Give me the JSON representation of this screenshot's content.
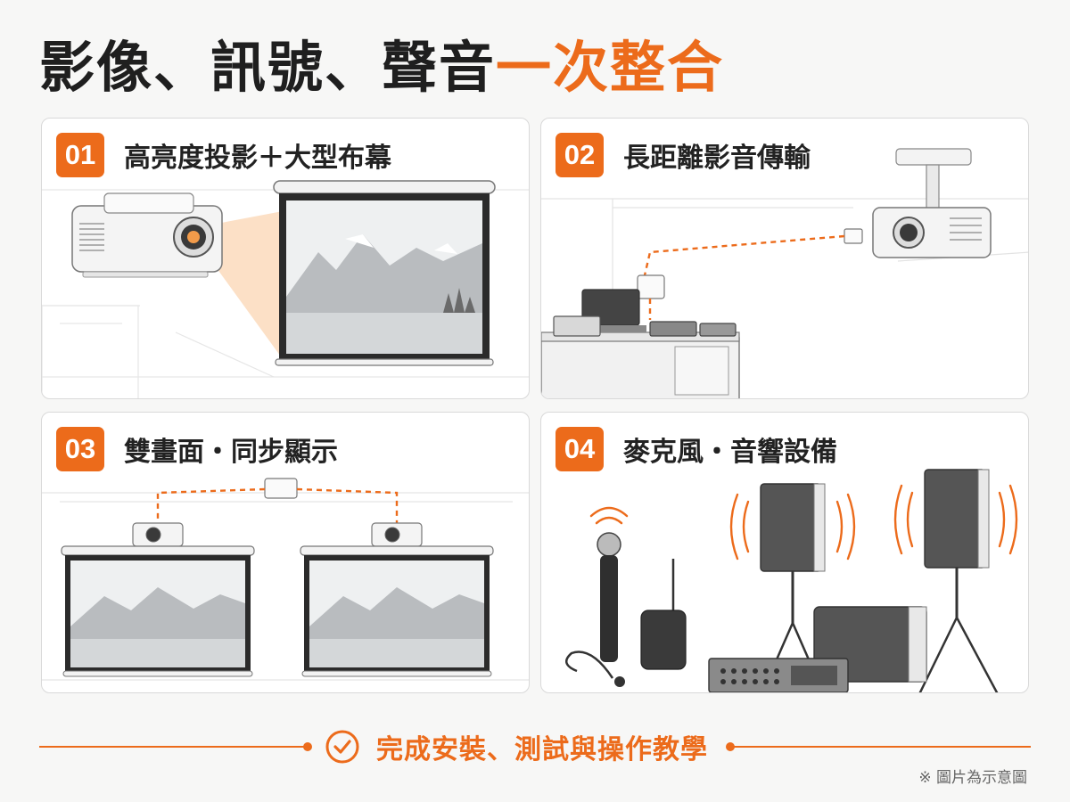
{
  "header": {
    "title_main": "影像、訊號、聲音",
    "title_accent": "一次整合"
  },
  "panels": [
    {
      "number": "01",
      "title": "高亮度投影＋大型布幕"
    },
    {
      "number": "02",
      "title": "長距離影音傳輸"
    },
    {
      "number": "03",
      "title": "雙畫面・同步顯示"
    },
    {
      "number": "04",
      "title": "麥克風・音響設備"
    }
  ],
  "footer": {
    "text": "完成安裝、測試與操作教學",
    "icon": "check-circle-icon"
  },
  "note": "※ 圖片為示意圖",
  "colors": {
    "accent": "#ec6b1b",
    "panel_border": "#d9d9d9",
    "background": "#f7f7f6"
  }
}
